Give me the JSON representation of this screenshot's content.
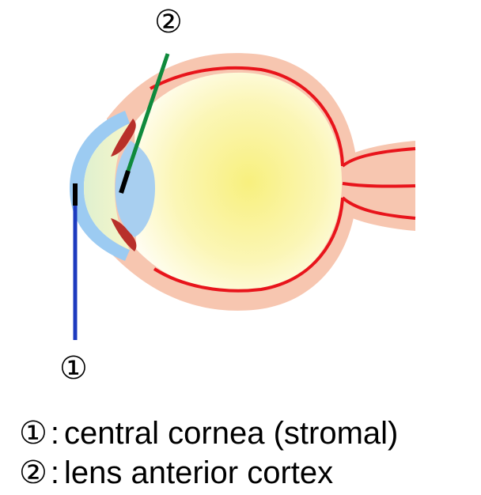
{
  "markers": {
    "cornea": "①",
    "lens": "②"
  },
  "legend": [
    {
      "number": "①",
      "separator": ":",
      "text": "central cornea (stromal)"
    },
    {
      "number": "②",
      "separator": ":",
      "text": "lens anterior cortex"
    }
  ],
  "colors": {
    "sclera": "#f7c6b0",
    "vessel": "#e8141b",
    "vitreous": "#faf59a",
    "cornea": "#9ccbf2",
    "lens": "#a8cff0",
    "iris": "#b8302a",
    "cornea_pointer": "#1d3bbf",
    "lens_pointer": "#0f8a3c"
  }
}
